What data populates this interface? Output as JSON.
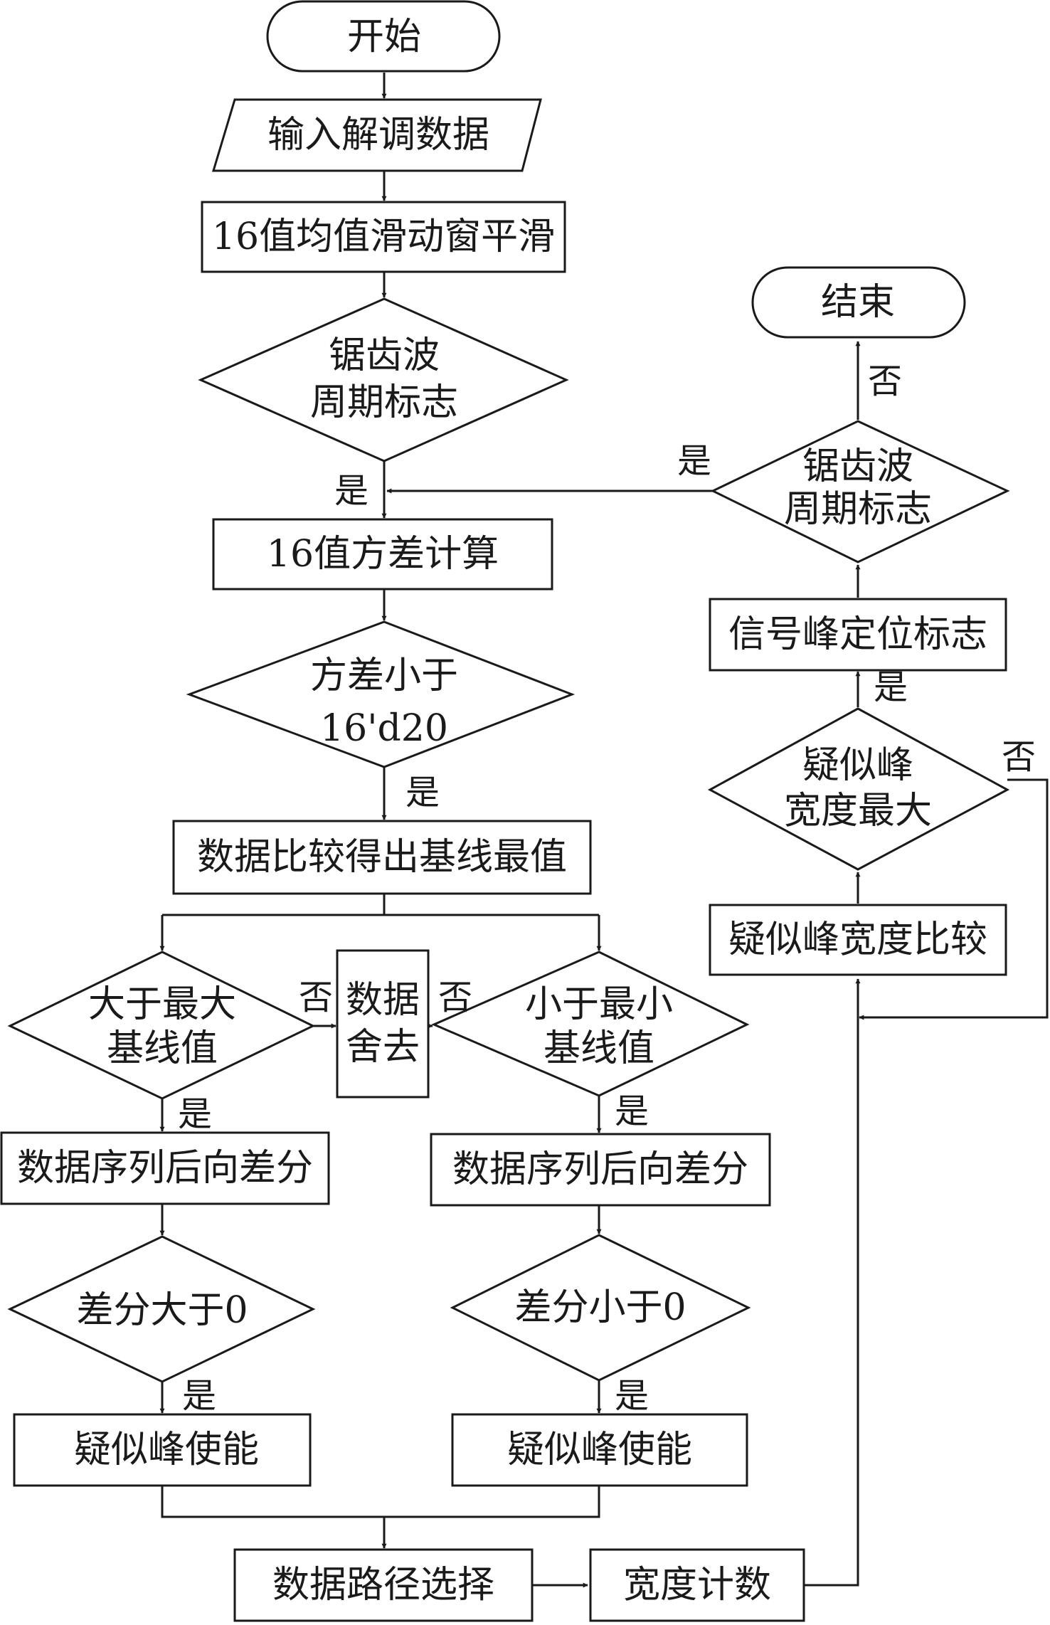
{
  "flowchart": {
    "nodes": {
      "start": "开始",
      "input": "输入解调数据",
      "smooth": "16值均值滑动窗平滑",
      "sawtooth1": [
        "锯齿波",
        "周期标志"
      ],
      "variance": "16值方差计算",
      "var_small": [
        "方差小于",
        "16'd20"
      ],
      "baseline": "数据比较得出基线最值",
      "gt_max": [
        "大于最大",
        "基线值"
      ],
      "discard": [
        "数据",
        "舍去"
      ],
      "lt_min": [
        "小于最小",
        "基线值"
      ],
      "diff_left": "数据序列后向差分",
      "diff_right": "数据序列后向差分",
      "diff_gt0": "差分大于0",
      "diff_lt0": "差分小于0",
      "enable_left": "疑似峰使能",
      "enable_right": "疑似峰使能",
      "path_select": "数据路径选择",
      "width_count": "宽度计数",
      "width_compare": "疑似峰宽度比较",
      "width_max": [
        "疑似峰",
        "宽度最大"
      ],
      "peak_flag": "信号峰定位标志",
      "sawtooth2": [
        "锯齿波",
        "周期标志"
      ],
      "end": "结束"
    },
    "edge_labels": {
      "sawtooth1_yes": "是",
      "var_small_yes": "是",
      "gt_max_no": "否",
      "lt_min_no": "否",
      "gt_max_yes": "是",
      "lt_min_yes": "是",
      "diff_gt0_yes": "是",
      "diff_lt0_yes": "是",
      "width_max_yes": "是",
      "width_max_no": "否",
      "sawtooth2_yes": "是",
      "sawtooth2_no": "否"
    }
  }
}
